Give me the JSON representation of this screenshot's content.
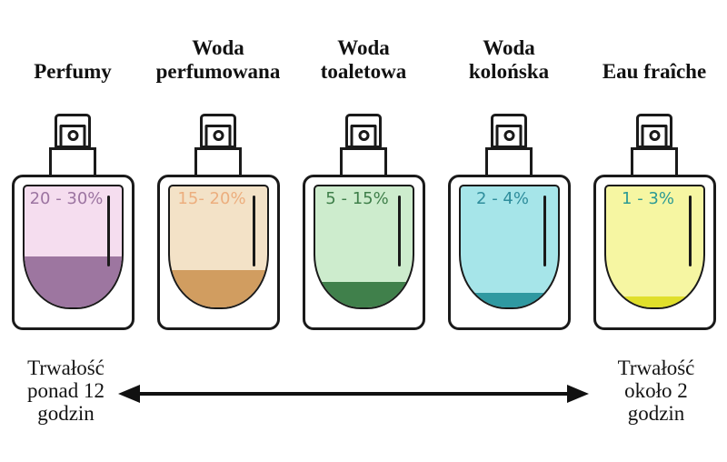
{
  "palette": {
    "background": "#ffffff",
    "outline": "#1a1a1a",
    "arrow": "#111111"
  },
  "columns": [
    {
      "title_lines": [
        "Perfumy",
        ""
      ],
      "percent_label": "20 - 30%",
      "concentration_range": {
        "min": 20,
        "max": 30,
        "unit": "%"
      },
      "fill_height": "42%",
      "colors": {
        "light": "#f5ddef",
        "dark": "#9d76a0",
        "label": "#9c74a1"
      }
    },
    {
      "title_lines": [
        "Woda",
        "perfumowana"
      ],
      "percent_label": "15- 20%",
      "concentration_range": {
        "min": 15,
        "max": 20,
        "unit": "%"
      },
      "fill_height": "31%",
      "colors": {
        "light": "#f3e2c7",
        "dark": "#d19d60",
        "label": "#ecae7e"
      }
    },
    {
      "title_lines": [
        "Woda",
        "toaletowa"
      ],
      "percent_label": "5 - 15%",
      "concentration_range": {
        "min": 5,
        "max": 15,
        "unit": "%"
      },
      "fill_height": "21%",
      "colors": {
        "light": "#cdeccd",
        "dark": "#40804b",
        "label": "#3f7f4a"
      }
    },
    {
      "title_lines": [
        "Woda",
        "kolońska"
      ],
      "percent_label": "2 - 4%",
      "concentration_range": {
        "min": 2,
        "max": 4,
        "unit": "%"
      },
      "fill_height": "12%",
      "colors": {
        "light": "#a6e5e9",
        "dark": "#2f99a1",
        "label": "#2e8d9c"
      }
    },
    {
      "title_lines": [
        "Eau fraîche",
        ""
      ],
      "percent_label": "1 - 3%",
      "concentration_range": {
        "min": 1,
        "max": 3,
        "unit": "%"
      },
      "fill_height": "9%",
      "colors": {
        "light": "#f6f6a2",
        "dark": "#e0df2b",
        "label": "#2b9a94"
      }
    }
  ],
  "footer": {
    "left_label_lines": [
      "Trwałość",
      "ponad 12",
      "godzin"
    ],
    "right_label_lines": [
      "Trwałość",
      "około 2",
      "godzin"
    ]
  }
}
